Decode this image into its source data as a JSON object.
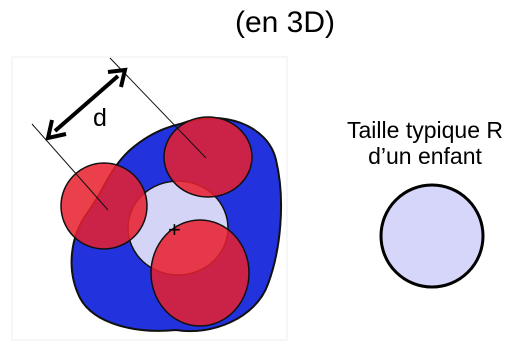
{
  "title": "(en 3D)",
  "diagram": {
    "distance_label": "d",
    "center_marker": "+",
    "child_label_line1": "Taille typique R",
    "child_label_line2": "d’un enfant"
  },
  "colors": {
    "parent_blue": "#2233dd",
    "core_light": "#d4d4f7",
    "child_red": "#e8202e",
    "child_fill": "#d6d6fb",
    "outline": "#000000"
  }
}
